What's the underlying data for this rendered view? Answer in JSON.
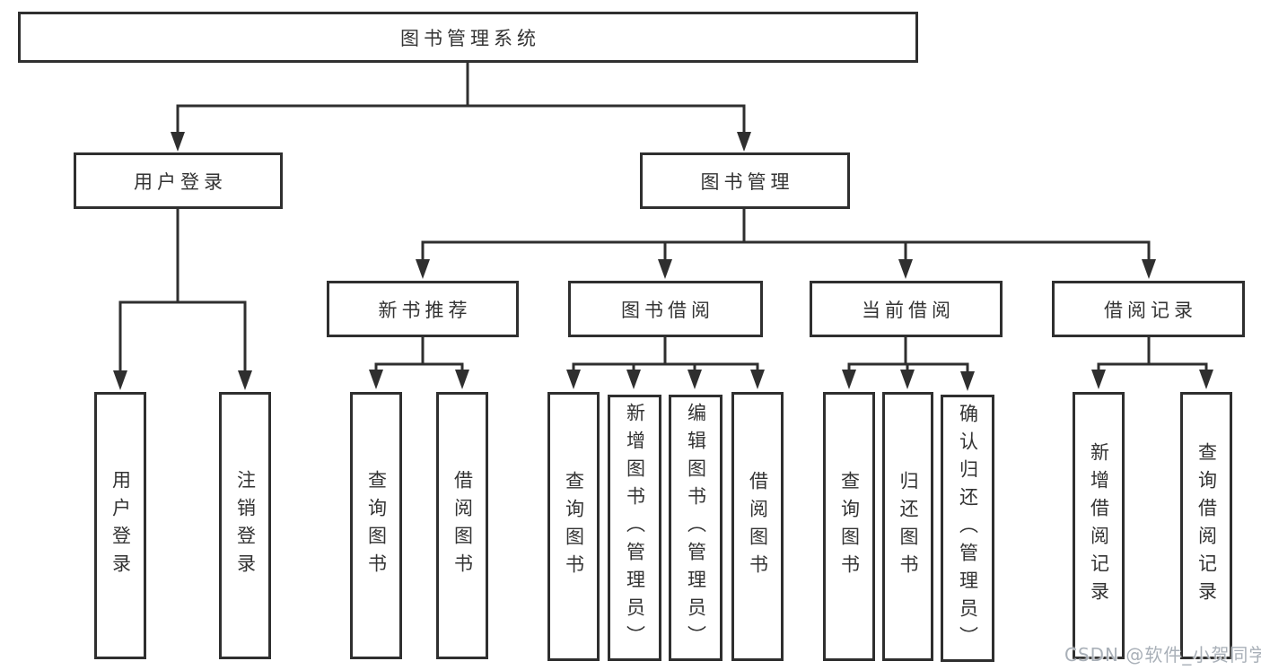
{
  "diagram": {
    "tree": {
      "root": {
        "label": "图书管理系统"
      },
      "children": [
        {
          "label": "用户登录",
          "children": [
            {
              "label": "用户登录"
            },
            {
              "label": "注销登录"
            }
          ]
        },
        {
          "label": "图书管理",
          "children": [
            {
              "label": "新书推荐",
              "children": [
                {
                  "label": "查询图书"
                },
                {
                  "label": "借阅图书"
                }
              ]
            },
            {
              "label": "图书借阅",
              "children": [
                {
                  "label": "查询图书"
                },
                {
                  "label": "新增图书（管理员）"
                },
                {
                  "label": "编辑图书（管理员）"
                },
                {
                  "label": "借阅图书"
                }
              ]
            },
            {
              "label": "当前借阅",
              "children": [
                {
                  "label": "查询图书"
                },
                {
                  "label": "归还图书"
                },
                {
                  "label": "确认归还（管理员）"
                }
              ]
            },
            {
              "label": "借阅记录",
              "children": [
                {
                  "label": "新增借阅记录"
                },
                {
                  "label": "查询借阅记录"
                }
              ]
            }
          ]
        }
      ]
    },
    "watermark": "CSDN @软件_小贺同学",
    "colors": {
      "line": "#2f2f2f",
      "text": "#333333",
      "background": "#ffffff",
      "watermark": "#a9b0b8"
    }
  }
}
